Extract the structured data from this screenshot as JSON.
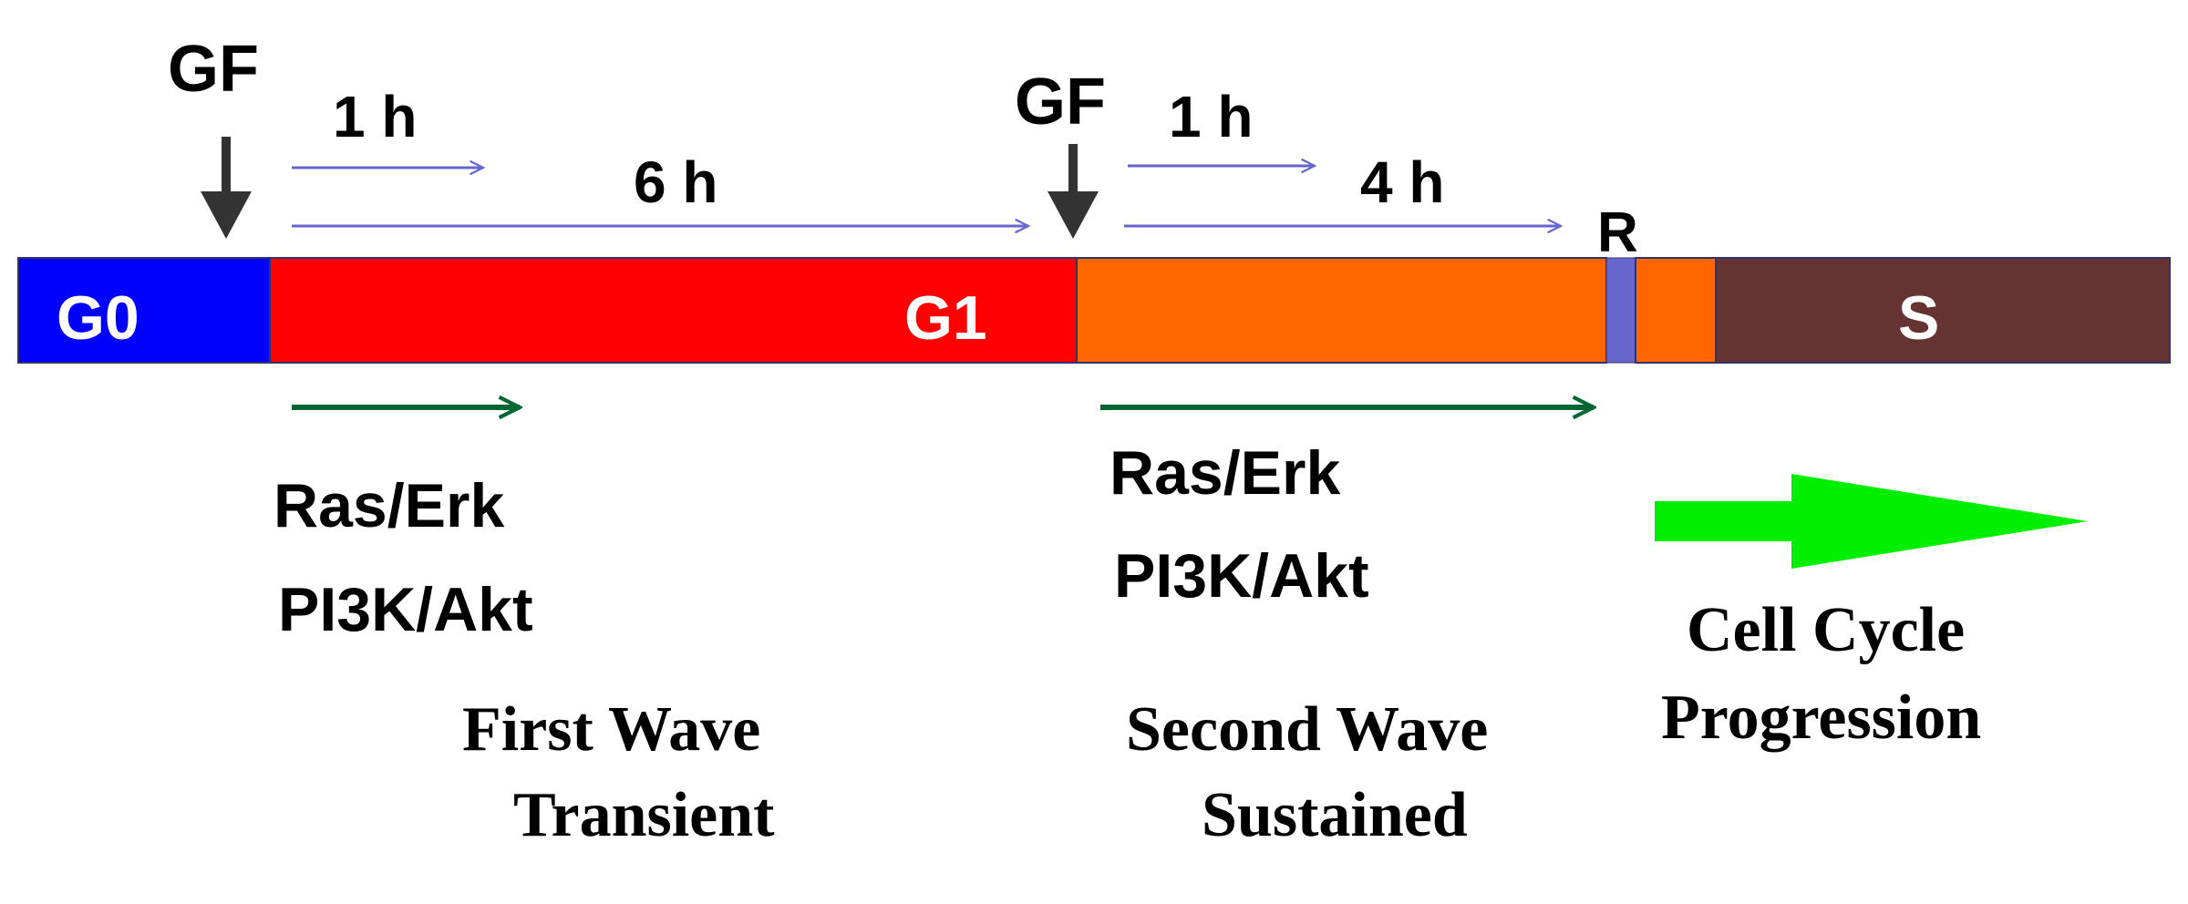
{
  "timeline": {
    "segments": [
      {
        "id": "g0",
        "label": "G0",
        "color": "#0000ff"
      },
      {
        "id": "g1",
        "label": "G1",
        "color": "#ff0000"
      },
      {
        "id": "g1-late",
        "label": "",
        "color": "#ff6600"
      },
      {
        "id": "r-point",
        "label": "",
        "color": "#6666cc"
      },
      {
        "id": "g1-end",
        "label": "",
        "color": "#ff6600"
      },
      {
        "id": "s",
        "label": "S",
        "color": "#663333"
      }
    ],
    "r_marker": "R"
  },
  "stimuli": [
    {
      "label": "GF"
    },
    {
      "label": "GF"
    }
  ],
  "durations": {
    "first_short": "1 h",
    "first_long": "6 h",
    "second_short": "1 h",
    "second_long": "4 h"
  },
  "waves": {
    "first": {
      "pathway1": "Ras/Erk",
      "pathway2": "PI3K/Akt",
      "title_line1": "First Wave",
      "title_line2": "Transient"
    },
    "second": {
      "pathway1": "Ras/Erk",
      "pathway2": "PI3K/Akt",
      "title_line1": "Second Wave",
      "title_line2": "Sustained"
    }
  },
  "progression": {
    "line1": "Cell Cycle",
    "line2": "Progression"
  },
  "colors": {
    "duration_arrow": "#6666cc",
    "pathway_arrow": "#006633",
    "progression_arrow": "#00ee00",
    "stimulus_arrow": "#333333",
    "text": "#000000",
    "segment_text": "#ffffff"
  }
}
